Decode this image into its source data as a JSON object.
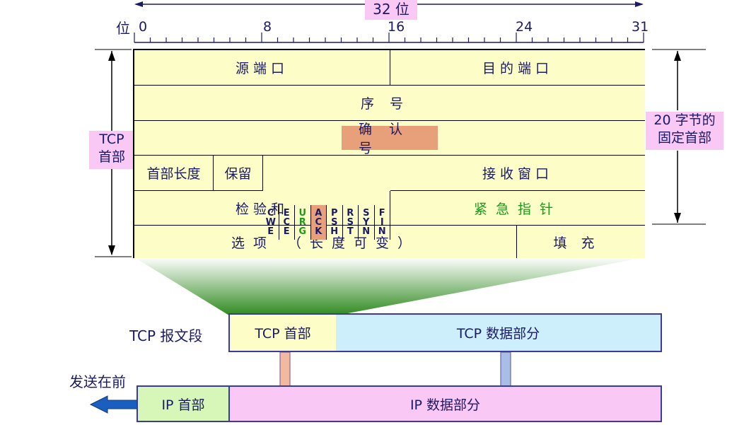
{
  "ruler": {
    "bit_label": "位",
    "width_label": "32 位",
    "ticks": [
      "0",
      "8",
      "16",
      "24",
      "31"
    ]
  },
  "header": {
    "source_port": "源端口",
    "dest_port": "目的端口",
    "seq_number": "序号",
    "ack_number": "确认号",
    "data_offset": "首部长度",
    "reserved": "保留",
    "flags": [
      {
        "name": "CWE",
        "letters": [
          "C",
          "W",
          "E"
        ],
        "color": "#1a1a66",
        "highlight": false
      },
      {
        "name": "ECE",
        "letters": [
          "E",
          "C",
          "E"
        ],
        "color": "#1a1a66",
        "highlight": false
      },
      {
        "name": "URG",
        "letters": [
          "U",
          "R",
          "G"
        ],
        "color": "#1a9a1a",
        "highlight": false
      },
      {
        "name": "ACK",
        "letters": [
          "A",
          "C",
          "K"
        ],
        "color": "#1a1a66",
        "highlight": true
      },
      {
        "name": "PSH",
        "letters": [
          "P",
          "S",
          "H"
        ],
        "color": "#1a1a66",
        "highlight": false
      },
      {
        "name": "RST",
        "letters": [
          "R",
          "S",
          "T"
        ],
        "color": "#1a1a66",
        "highlight": false
      },
      {
        "name": "SYN",
        "letters": [
          "S",
          "Y",
          "N"
        ],
        "color": "#1a1a66",
        "highlight": false
      },
      {
        "name": "FIN",
        "letters": [
          "F",
          "I",
          "N"
        ],
        "color": "#1a1a66",
        "highlight": false
      }
    ],
    "window": "接收窗口",
    "checksum": "检验和",
    "urgent_pointer": "紧急指针",
    "options": "选项 （长度可变）",
    "padding": "填充"
  },
  "labels": {
    "tcp_header_side": [
      "TCP",
      "首部"
    ],
    "fixed_header": [
      "20 字节的",
      "固定首部"
    ],
    "tcp_segment": "TCP 报文段",
    "tcp_header_box": "TCP 首部",
    "tcp_data_box": "TCP 数据部分",
    "send_first": "发送在前",
    "ip_header_box": "IP 首部",
    "ip_data_box": "IP 数据部分"
  },
  "colors": {
    "header_fill": "#fdfdc8",
    "highlight": "#e8a07a",
    "label_pink": "#f9c8f4",
    "tcp_data": "#cdeefb",
    "ip_header": "#d6f7b8",
    "ip_data": "#f9c8f4",
    "text": "#1a1a66",
    "green_text": "#1a9a1a"
  }
}
